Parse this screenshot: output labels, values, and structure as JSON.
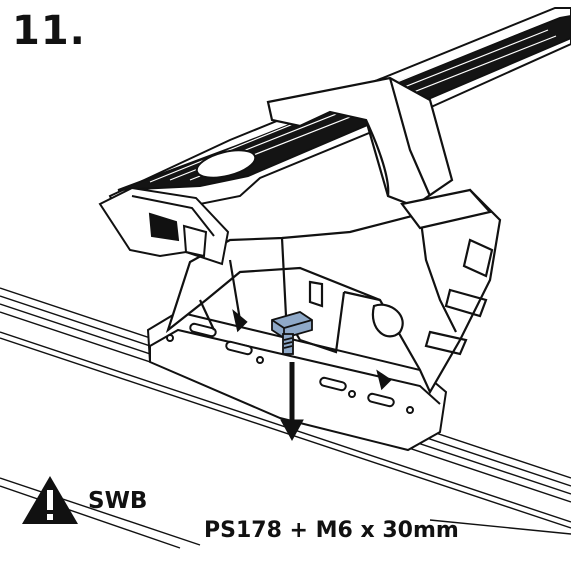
{
  "step": {
    "number": "11."
  },
  "warning": {
    "icon": "warning-triangle-icon",
    "label": "SWB"
  },
  "fastener": {
    "spec": "PS178 + M6 x 30mm",
    "bolt_color": "#8fa9c8"
  },
  "colors": {
    "line": "#111111",
    "background": "#ffffff"
  }
}
